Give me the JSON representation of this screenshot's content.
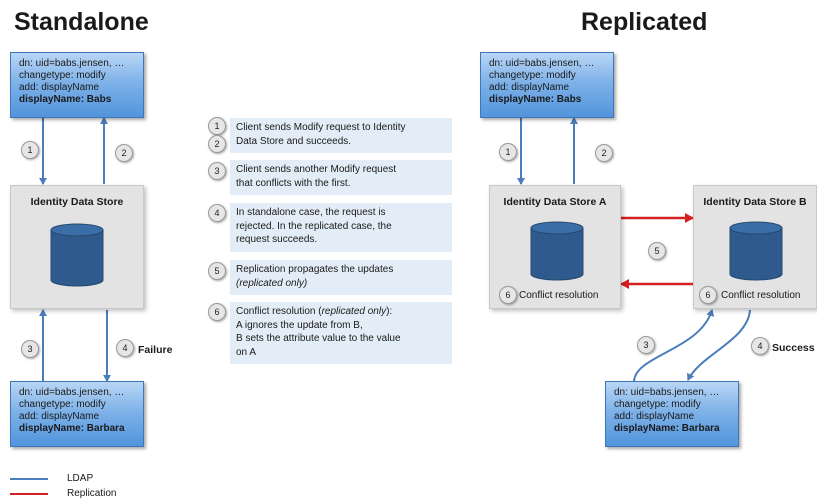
{
  "headings": {
    "standalone": "Standalone",
    "replicated": "Replicated"
  },
  "ldif_top": {
    "dn": "dn: uid=babs.jensen, …",
    "changetype": "changetype: modify",
    "add": "add: displayName",
    "value": "displayName: Babs"
  },
  "ldif_bottom": {
    "dn": "dn: uid=babs.jensen, …",
    "changetype": "changetype: modify",
    "add": "add: displayName",
    "value": "displayName: Barbara"
  },
  "stores": {
    "standalone": "Identity Data Store",
    "a": "Identity Data Store A",
    "b": "Identity Data Store B",
    "conflict": "Conflict resolution"
  },
  "badges": {
    "n1": "1",
    "n2": "2",
    "n3": "3",
    "n4": "4",
    "n5": "5",
    "n6": "6"
  },
  "outcomes": {
    "failure": "Failure",
    "success": "Success"
  },
  "steps": {
    "s1": {
      "line1": "Client sends Modify request to Identity",
      "line2": "Data Store and succeeds."
    },
    "s3": {
      "line1": "Client sends another Modify request",
      "line2": "that conflicts with the first."
    },
    "s4": {
      "line1": "In standalone case, the request is",
      "line2": "rejected. In the replicated case, the",
      "line3": "request succeeds."
    },
    "s5": {
      "line1": "Replication propagates the updates",
      "line2": "(replicated only)"
    },
    "s6": {
      "line1_a": "Conflict resolution (",
      "line1_b": "replicated only",
      "line1_c": "):",
      "line2": "A ignores the update from B,",
      "line3": "B sets the attribute value to the value",
      "line4": "on A"
    }
  },
  "legend": {
    "ldap": "LDAP",
    "replication": "Replication"
  },
  "colors": {
    "ldap": "#4a7ebb",
    "replication": "#d42020",
    "cylinder": "#2e5a8e"
  }
}
